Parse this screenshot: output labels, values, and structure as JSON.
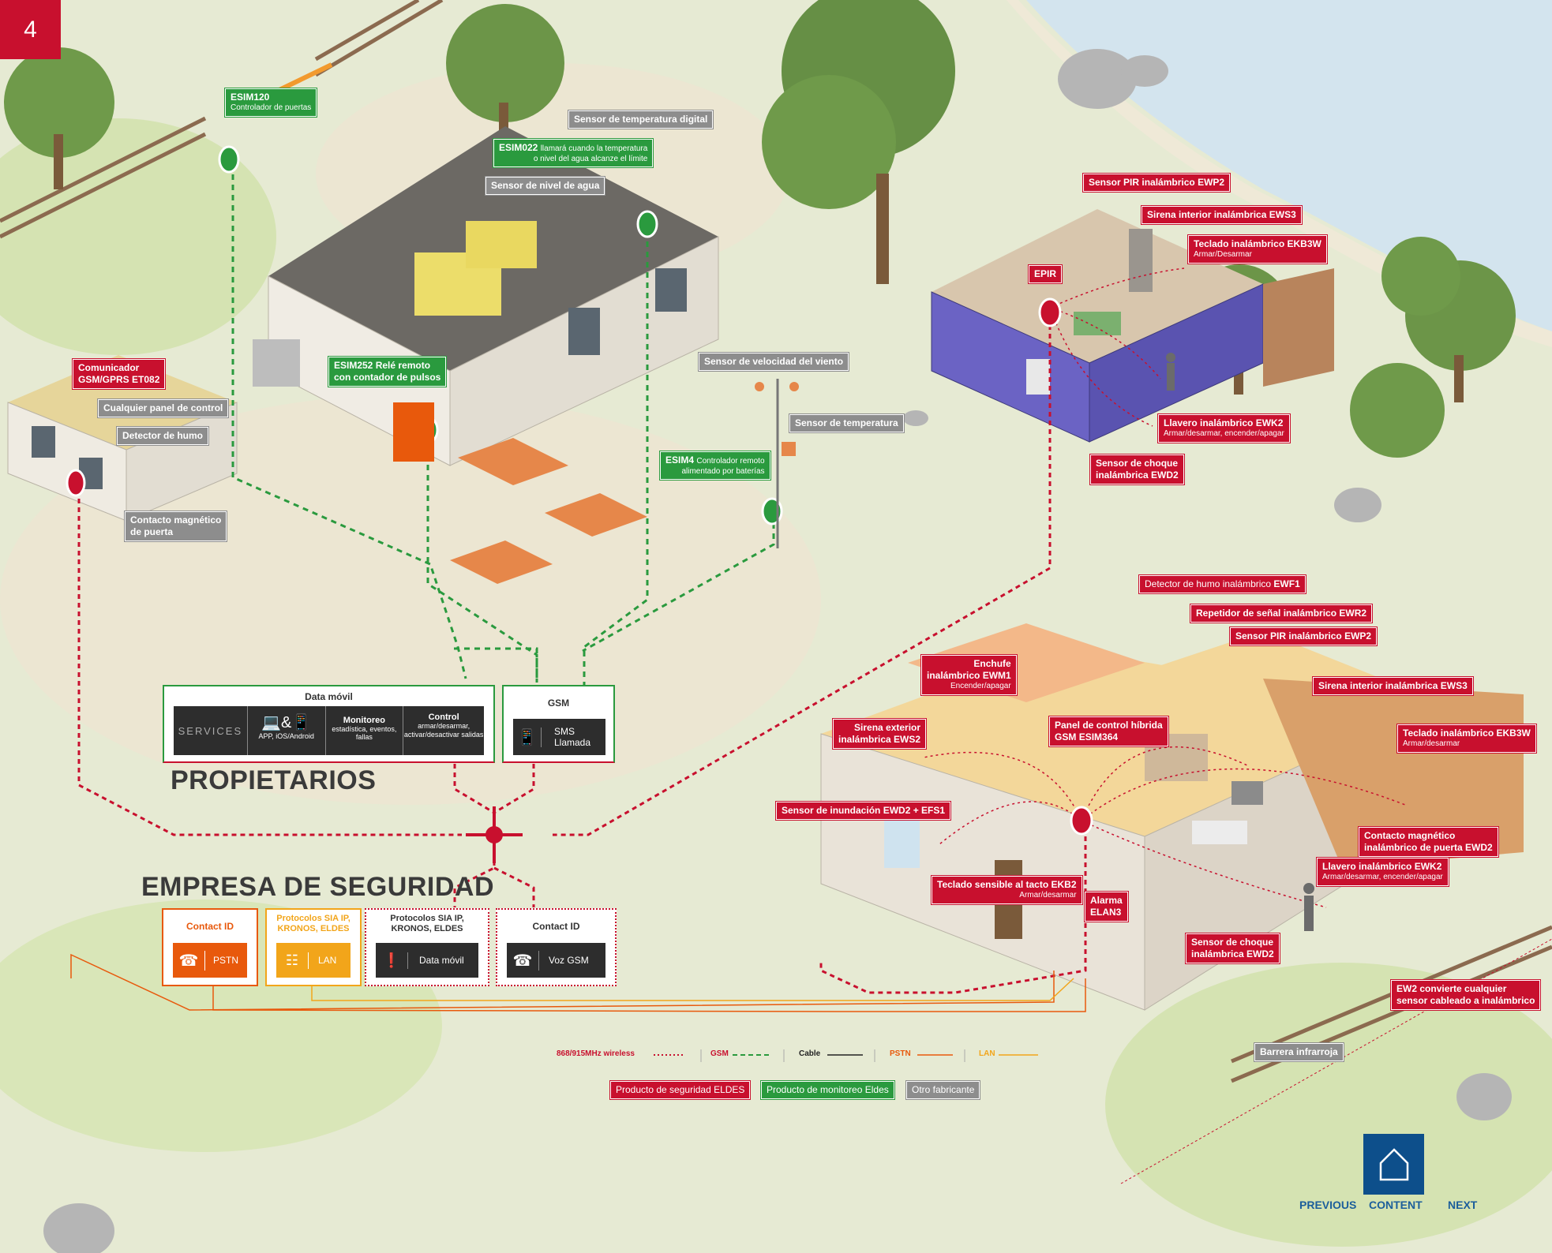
{
  "page_number": "4",
  "colors": {
    "security_red": "#c8102e",
    "monitor_green": "#2a9a3e",
    "other_gray": "#8d8d8d",
    "pstn_orange": "#e8590c",
    "lan_yellow": "#f2a51a",
    "nav_blue": "#1b5e9b"
  },
  "labels": {
    "esim120": {
      "code": "ESIM120",
      "desc": "Controlador de puertas"
    },
    "temp_digital": "Sensor de temperatura digital",
    "esim022": {
      "code": "ESIM022",
      "desc1": "llamará cuando la temperatura",
      "desc2": "o nivel del agua alcanze el límite"
    },
    "nivel_agua": "Sensor de nivel de agua",
    "esim252": {
      "code": "ESIM252",
      "line1": "Relé remoto",
      "line2": "con contador de pulsos"
    },
    "velocidad_viento": "Sensor de velocidad del viento",
    "temperatura": "Sensor de temperatura",
    "esim4": {
      "code": "ESIM4",
      "desc1": "Controlador remoto",
      "desc2": "alimentado por baterías"
    },
    "comunicador": {
      "line1": "Comunicador",
      "line2": "GSM/GPRS",
      "code": "ET082"
    },
    "panel_control": "Cualquier panel de control",
    "detector_humo": "Detector de humo",
    "contacto_magnetico": {
      "line1": "Contacto magnético",
      "line2": "de puerta"
    },
    "pir_ewp2_top": {
      "text": "Sensor PIR inalámbrico",
      "code": "EWP2"
    },
    "sirena_ews3_top": {
      "text": "Sirena interior inalámbrica",
      "code": "EWS3"
    },
    "teclado_ekb3w_top": {
      "text": "Teclado inalámbrico",
      "code": "EKB3W",
      "sub": "Armar/Desarmar"
    },
    "epir": "EPIR",
    "llavero_top": {
      "text": "Llavero inalámbrico",
      "code": "EWK2",
      "sub": "Armar/desarmar, encender/apagar"
    },
    "choque_top": {
      "line1": "Sensor de choque",
      "line2": "inalámbrica",
      "code": "EWD2"
    },
    "humo_ewf1": {
      "text": "Detector de humo inalámbrico",
      "code": "EWF1"
    },
    "repetidor": {
      "text": "Repetidor de señal inalámbrico",
      "code": "EWR2"
    },
    "pir_ewp2": {
      "text": "Sensor PIR inalámbrico",
      "code": "EWP2"
    },
    "enchufe": {
      "line1": "Enchufe",
      "line2": "inalámbrico",
      "code": "EWM1",
      "sub": "Encender/apagar"
    },
    "sirena_ews3": {
      "text": "Sirena interior inalámbrica",
      "code": "EWS3"
    },
    "sirena_ext": {
      "line1": "Sirena exterior",
      "line2": "inalámbrica",
      "code": "EWS2"
    },
    "panel_hibrida": {
      "line1": "Panel de control híbrida",
      "line2": "GSM",
      "code": "ESIM364"
    },
    "teclado_ekb3w": {
      "text": "Teclado inalámbrico",
      "code": "EKB3W",
      "sub": "Armar/desarmar"
    },
    "inundacion": {
      "text": "Sensor de inundación",
      "code": "EWD2 + EFS1"
    },
    "contacto_ewd2": {
      "line1": "Contacto magnético",
      "line2": "inalámbrico de puerta",
      "code": "EWD2"
    },
    "llavero": {
      "text": "Llavero inalámbrico",
      "code": "EWK2",
      "sub": "Armar/desarmar, encender/apagar"
    },
    "teclado_tacto": {
      "text": "Teclado sensible al tacto",
      "code": "EKB2",
      "sub": "Armar/desarmar"
    },
    "alarma": {
      "line1": "Alarma",
      "code": "ELAN3"
    },
    "choque": {
      "line1": "Sensor de choque",
      "line2": "inalámbrica",
      "code": "EWD2"
    },
    "ew2": {
      "code": "EW2",
      "line1": "convierte cualquier",
      "line2": "sensor cableado a inalámbrico"
    },
    "barrera": "Barrera infrarroja"
  },
  "propietarios": {
    "heading": "PROPIETARIOS",
    "data_movil": "Data móvil",
    "services": "SERVICES",
    "app": "APP, iOS/Android",
    "monitoreo_title": "Monitoreo",
    "monitoreo_desc": "estadística, eventos, fallas",
    "control_title": "Control",
    "control_desc": "armar/desarmar, activar/desactivar salidas",
    "gsm": "GSM",
    "sms": "SMS",
    "llamada": "Llamada"
  },
  "empresa": {
    "heading": "EMPRESA DE SEGURIDAD",
    "c1_title": "Contact ID",
    "c1_label": "PSTN",
    "c2_title": "Protocolos SIA IP, KRONOS, ELDES",
    "c2_label": "LAN",
    "c3_title": "Protocolos SIA IP, KRONOS, ELDES",
    "c3_label": "Data móvil",
    "c4_title": "Contact ID",
    "c4_label": "Voz GSM"
  },
  "legend": {
    "wireless": "868/915MHz wireless",
    "gsm": "GSM",
    "cable": "Cable",
    "pstn": "PSTN",
    "lan": "LAN",
    "eldes_security": "Producto de seguridad ELDES",
    "eldes_monitor": "Producto de monitoreo Eldes",
    "other": "Otro fabricante"
  },
  "nav": {
    "previous": "PREVIOUS",
    "content": "CONTENT",
    "next": "NEXT"
  }
}
